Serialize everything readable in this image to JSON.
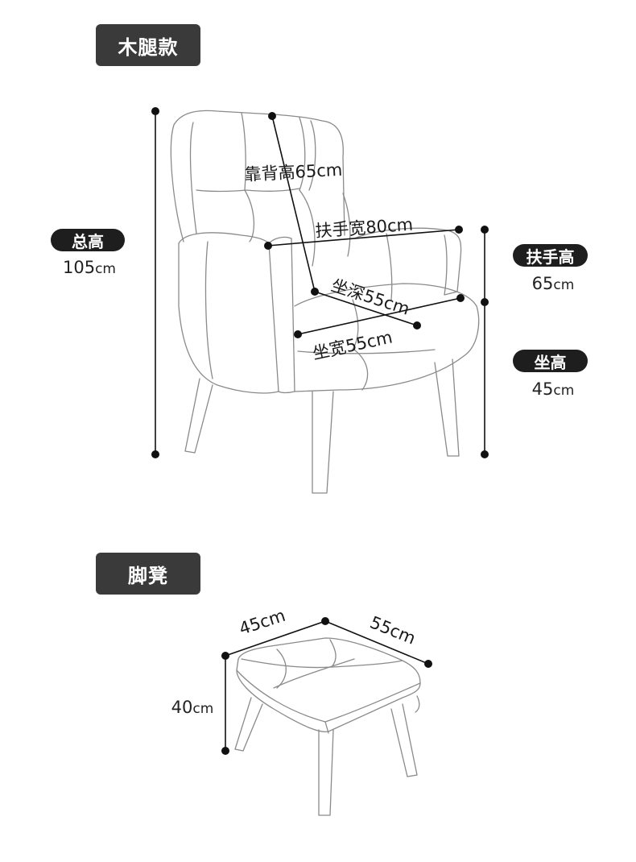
{
  "sections": {
    "chair_tag": "木腿款",
    "stool_tag": "脚凳"
  },
  "chair": {
    "total_height": {
      "label": "总高",
      "value": "105",
      "unit": "cm"
    },
    "armrest_height": {
      "label": "扶手高",
      "value": "65",
      "unit": "cm"
    },
    "seat_height": {
      "label": "坐高",
      "value": "45",
      "unit": "cm"
    },
    "backrest_height": "靠背高65cm",
    "armrest_width": "扶手宽80cm",
    "seat_depth": "坐深55cm",
    "seat_width": "坐宽55cm"
  },
  "stool": {
    "depth": "45cm",
    "width": "55cm",
    "height": {
      "value": "40",
      "unit": "cm"
    }
  }
}
